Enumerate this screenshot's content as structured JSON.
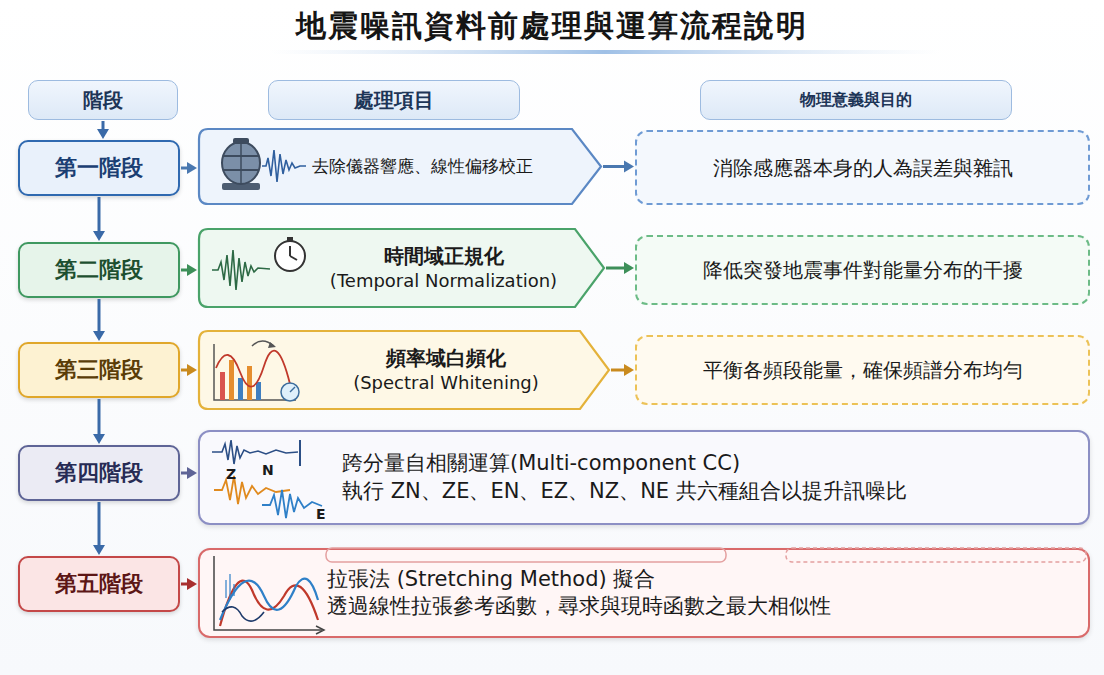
{
  "diagram": {
    "title": "地震噪訊資料前處理與運算流程說明",
    "nodes": [
      {
        "text": [
          "階段"
        ]
      },
      {
        "text": [
          "處理項目"
        ]
      },
      {
        "text": [
          "物理意義與目的"
        ]
      },
      {
        "text": [
          "第一階段"
        ]
      },
      {
        "text": [
          "去除儀器響應、線性偏移校正"
        ]
      },
      {
        "text": [
          "消除感應器本身的人為誤差與雜訊"
        ]
      },
      {
        "text": [
          "第二階段"
        ]
      },
      {
        "text": [
          "時間域正規化",
          "(Temporal Normalization)"
        ]
      },
      {
        "text": [
          "降低突發地震事件對能量分布的干擾"
        ]
      },
      {
        "text": [
          "第三階段"
        ]
      },
      {
        "text": [
          "頻率域白頻化",
          "(Spectral Whitening)"
        ]
      },
      {
        "text": [
          "平衡各頻段能量，確保頻譜分布均勻"
        ]
      },
      {
        "text": [
          "第四階段"
        ]
      },
      {
        "text": [
          "跨分量自相關運算(Multi-component CC)",
          "執行 ZN、ZE、EN、EZ、NZ、NE 共六種組合以提升訊噪比"
        ]
      },
      {
        "text": [
          "第五階段"
        ]
      },
      {
        "text": [
          "拉張法 (Stretching Method) 擬合",
          "透過線性拉張參考函數，尋求與現時函數之最大相似性"
        ]
      }
    ],
    "edges": [
      {
        "from": 0,
        "to": 3,
        "arrow": "to"
      },
      {
        "from": 3,
        "to": 6,
        "arrow": "to"
      },
      {
        "from": 6,
        "to": 9,
        "arrow": "to"
      },
      {
        "from": 9,
        "to": 12,
        "arrow": "to"
      },
      {
        "from": 12,
        "to": 14,
        "arrow": "to"
      },
      {
        "from": 3,
        "to": 4,
        "arrow": "to"
      },
      {
        "from": 4,
        "to": 5,
        "arrow": "to"
      },
      {
        "from": 6,
        "to": 7,
        "arrow": "to"
      },
      {
        "from": 7,
        "to": 8,
        "arrow": "to"
      },
      {
        "from": 9,
        "to": 10,
        "arrow": "to"
      },
      {
        "from": 10,
        "to": 11,
        "arrow": "to"
      },
      {
        "from": 12,
        "to": 13,
        "arrow": "to"
      },
      {
        "from": 14,
        "to": 15,
        "arrow": "to"
      }
    ],
    "labels": [
      "Z",
      "N",
      "E"
    ]
  }
}
